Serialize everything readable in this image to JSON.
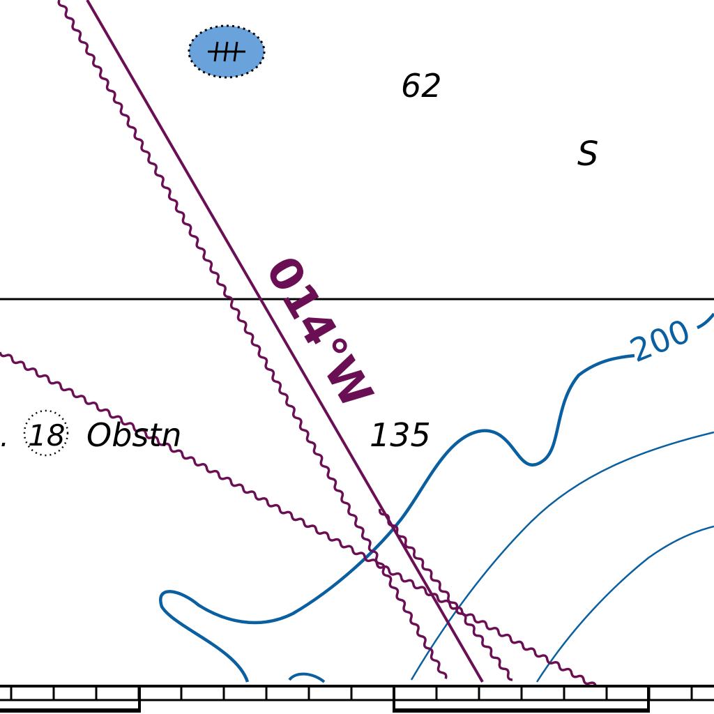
{
  "map": {
    "soundings": [
      "62",
      "135"
    ],
    "seabed_label": "S",
    "obstruction": {
      "depth": "18",
      "label": "Obstn"
    },
    "route_bearing_label": "014°W",
    "depth_contour_label": "200",
    "colors": {
      "route": "#6b0f55",
      "contour": "#0a5fa0",
      "rock_fill": "#6aa3dc",
      "text": "#000000",
      "border": "#000000"
    },
    "icons": [
      "rock-awash-icon",
      "obstruction-icon"
    ]
  }
}
